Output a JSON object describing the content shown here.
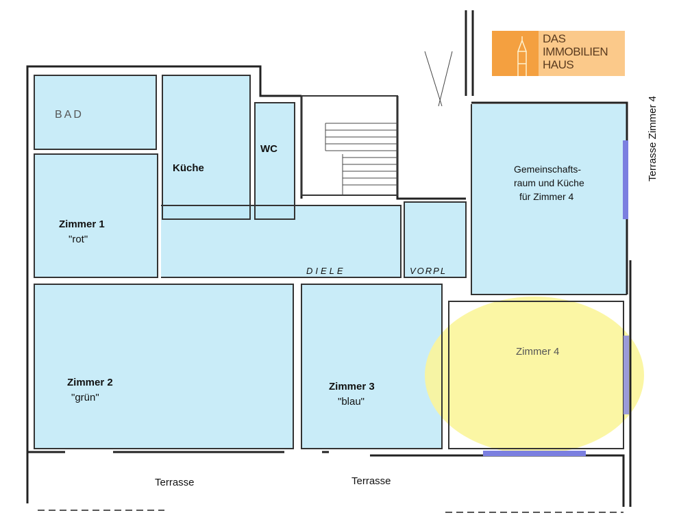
{
  "logo": {
    "line1": "DAS",
    "line2": "IMMOBILIEN",
    "line3": "HAUS"
  },
  "rooms": {
    "bad": "BAD",
    "kueche": "Küche",
    "wc": "WC",
    "zimmer1": {
      "name": "Zimmer 1",
      "color": "\"rot\""
    },
    "diele": "DIELE",
    "vorpl": "VORPL",
    "gemeinschaft": {
      "line1": "Gemeinschafts-",
      "line2": "raum und Küche",
      "line3": "für Zimmer 4"
    },
    "zimmer2": {
      "name": "Zimmer 2",
      "color": "\"grün\""
    },
    "zimmer3": {
      "name": "Zimmer 3",
      "color": "\"blau\""
    },
    "zimmer4": "Zimmer 4"
  },
  "terraces": {
    "left": "Terrasse",
    "middle": "Terrasse",
    "right_vertical": "Terrasse Zimmer 4"
  },
  "colors": {
    "blue_fill": "#bfe9f7",
    "yellow_fill": "#fbf59a",
    "window": "#7b7fe0",
    "logo_dark": "#f4a040",
    "logo_light": "#fbc98a"
  }
}
